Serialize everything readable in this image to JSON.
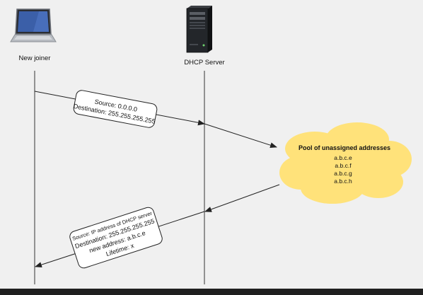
{
  "actors": {
    "client": {
      "label": "New joiner",
      "icon": "laptop-icon"
    },
    "server": {
      "label": "DHCP Server",
      "icon": "server-tower-icon"
    }
  },
  "messages": {
    "discover": {
      "source": "Source: 0.0.0.0",
      "destination": "Destination: 255.255.255.255"
    },
    "offer": {
      "source": "Source: IP address of DHCP server",
      "destination": "Destination: 255.255.255.255",
      "new_address": "new address: a.b.c.e",
      "lifetime": "Lifetime: x"
    }
  },
  "pool": {
    "title": "Pool of unassigned addresses",
    "addresses": [
      "a.b.c.e",
      "a.b.c.f",
      "a.b.c.g",
      "a.b.c.h"
    ]
  },
  "colors": {
    "background": "#f0f0f0",
    "lines": "#333333",
    "pool_fill": "#ffe27a",
    "label_box_fill": "#ffffff"
  }
}
